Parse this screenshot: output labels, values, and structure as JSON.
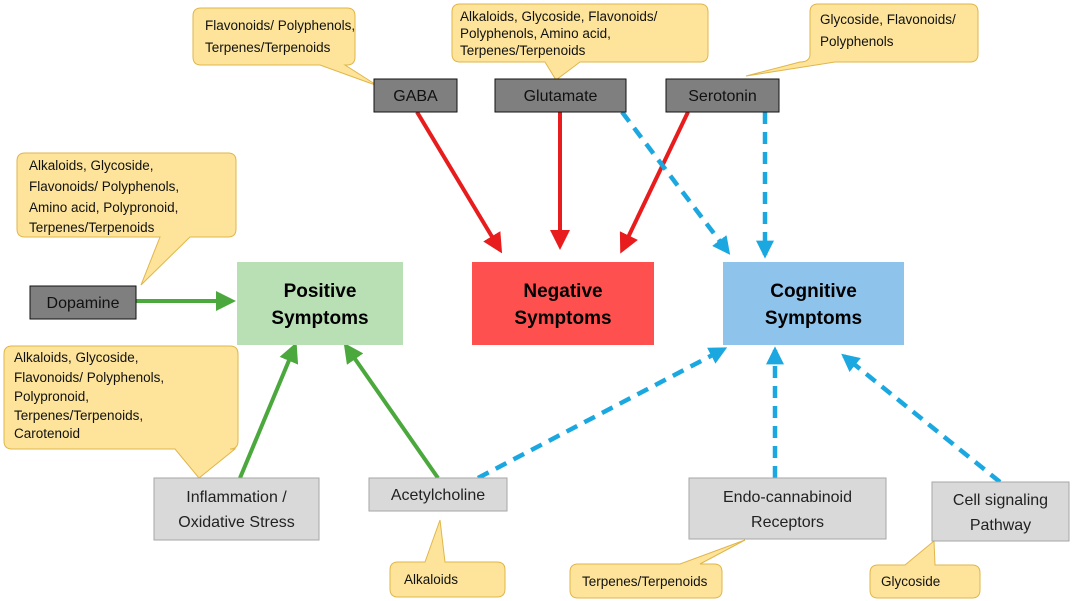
{
  "colors": {
    "callout_fill": "#FDE49A",
    "callout_stroke": "#E1B64A",
    "neurotransmitter_fill": "#7F7F7F",
    "factor_fill": "#D9D9D9",
    "positive_fill": "#B8E0B4",
    "negative_fill": "#FF5050",
    "cognitive_fill": "#8EC3EC",
    "arrow_red": "#E81C1C",
    "arrow_green": "#4BA83C",
    "arrow_blue_dashed": "#1BA8E0"
  },
  "symptoms": {
    "positive": [
      "Positive",
      "Symptoms"
    ],
    "negative": [
      "Negative",
      "Symptoms"
    ],
    "cognitive": [
      "Cognitive",
      "Symptoms"
    ]
  },
  "neurotransmitters": {
    "gaba": "GABA",
    "glutamate": "Glutamate",
    "serotonin": "Serotonin",
    "dopamine": "Dopamine"
  },
  "factors": {
    "inflammation": [
      "Inflammation /",
      "Oxidative Stress"
    ],
    "acetylcholine": [
      "Acetylcholine"
    ],
    "endocannabinoid": [
      "Endo-cannabinoid",
      "Receptors"
    ],
    "cell_signaling": [
      "Cell signaling",
      "Pathway"
    ]
  },
  "callouts": {
    "gaba": [
      "Flavonoids/ Polyphenols,",
      "Terpenes/Terpenoids"
    ],
    "glutamate": [
      "Alkaloids, Glycoside, Flavonoids/",
      "Polyphenols, Amino acid,",
      "Terpenes/Terpenoids"
    ],
    "serotonin": [
      "Glycoside, Flavonoids/",
      "Polyphenols"
    ],
    "dopamine": [
      "Alkaloids, Glycoside,",
      "Flavonoids/ Polyphenols,",
      "Amino acid, Polypronoid,",
      "Terpenes/Terpenoids"
    ],
    "inflammation": [
      "Alkaloids, Glycoside,",
      "Flavonoids/ Polyphenols,",
      "Polypronoid,",
      "Terpenes/Terpenoids,",
      "Carotenoid"
    ],
    "acetylcholine": [
      "Alkaloids"
    ],
    "endocannabinoid": [
      "Terpenes/Terpenoids"
    ],
    "cell_signaling": [
      "Glycoside"
    ]
  }
}
